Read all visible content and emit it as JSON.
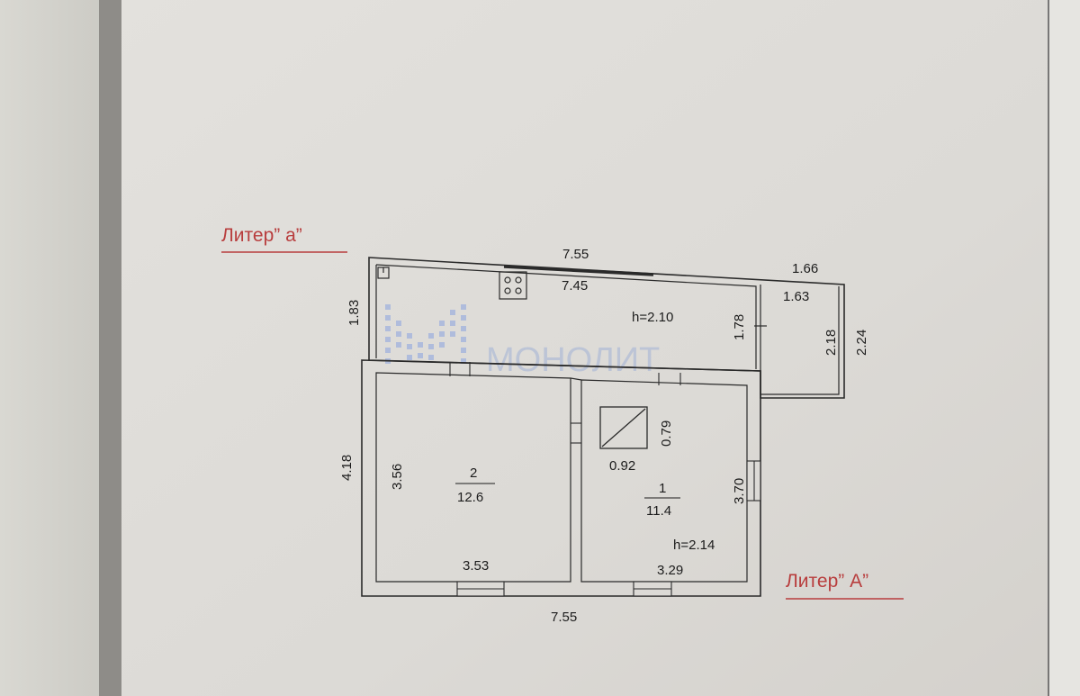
{
  "labels": {
    "liter_small": "Литер” а”",
    "liter_big": "Литер” А”"
  },
  "dimensions": {
    "top_outer": "7.55",
    "top_inner": "7.45",
    "annex_outer_width": "1.66",
    "annex_inner_width": "1.63",
    "annex_inner_height": "2.18",
    "annex_outer_height": "2.24",
    "veranda_height_left": "1.83",
    "veranda_height_inner": "1.78",
    "veranda_ceiling": "h=2.10",
    "house_height_outer": "4.18",
    "room2_height": "3.56",
    "room2_width": "3.53",
    "room1_width": "3.29",
    "room1_height": "3.70",
    "stove_height": "0.79",
    "stove_width": "0.92",
    "house_ceiling": "h=2.14",
    "bottom_outer": "7.55"
  },
  "rooms": {
    "room2_number": "2",
    "room2_area": "12.6",
    "room1_number": "1",
    "room1_area": "11.4"
  },
  "watermark": {
    "text": "МОНОЛИТ"
  },
  "colors": {
    "paper": "#dedcd8",
    "wall": "#2a2a2a",
    "label": "#b83d3d",
    "watermark": "#6f8fd6"
  }
}
